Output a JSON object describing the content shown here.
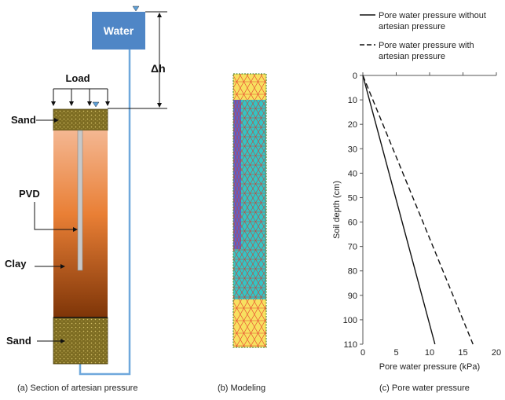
{
  "panel_a": {
    "water_label": "Water",
    "delta_h_label": "Δh",
    "load_label": "Load",
    "sand_top_label": "Sand",
    "pvd_label": "PVD",
    "clay_label": "Clay",
    "sand_bottom_label": "Sand",
    "caption": "(a) Section of artesian pressure",
    "colors": {
      "water_box": "#4f86c6",
      "pipe": "#6fa8dc",
      "sand": "#8c7a2c",
      "clay_top": "#f3b48c",
      "clay_mid": "#e87a30",
      "clay_bottom": "#8a3c10"
    }
  },
  "panel_b": {
    "caption": "(b) Modeling",
    "colors": {
      "sand_mesh": "#f7e26b",
      "clay_mesh": "#3fc1c0",
      "pvd_zone": "#6a5acd",
      "mesh_lines": "#d0342c"
    }
  },
  "panel_c": {
    "caption": "(c) Pore water pressure"
  },
  "chart_data": {
    "type": "line",
    "xlabel": "Pore water pressure (kPa)",
    "ylabel": "Soil depth (cm)",
    "xlim": [
      0,
      20
    ],
    "ylim": [
      0,
      110
    ],
    "y_inverted": true,
    "xticks": [
      "0",
      "5",
      "10",
      "15",
      "20"
    ],
    "yticks": [
      "0",
      "10",
      "20",
      "30",
      "40",
      "50",
      "60",
      "70",
      "80",
      "90",
      "100",
      "110"
    ],
    "legend_position": "top",
    "series": [
      {
        "name": "Pore water pressure without artesian pressure",
        "style": "solid",
        "x": [
          0,
          10.8
        ],
        "y": [
          0,
          110
        ]
      },
      {
        "name": "Pore water pressure with artesian pressure",
        "style": "dashed",
        "x": [
          0,
          16.5
        ],
        "y": [
          0,
          110
        ]
      }
    ]
  }
}
